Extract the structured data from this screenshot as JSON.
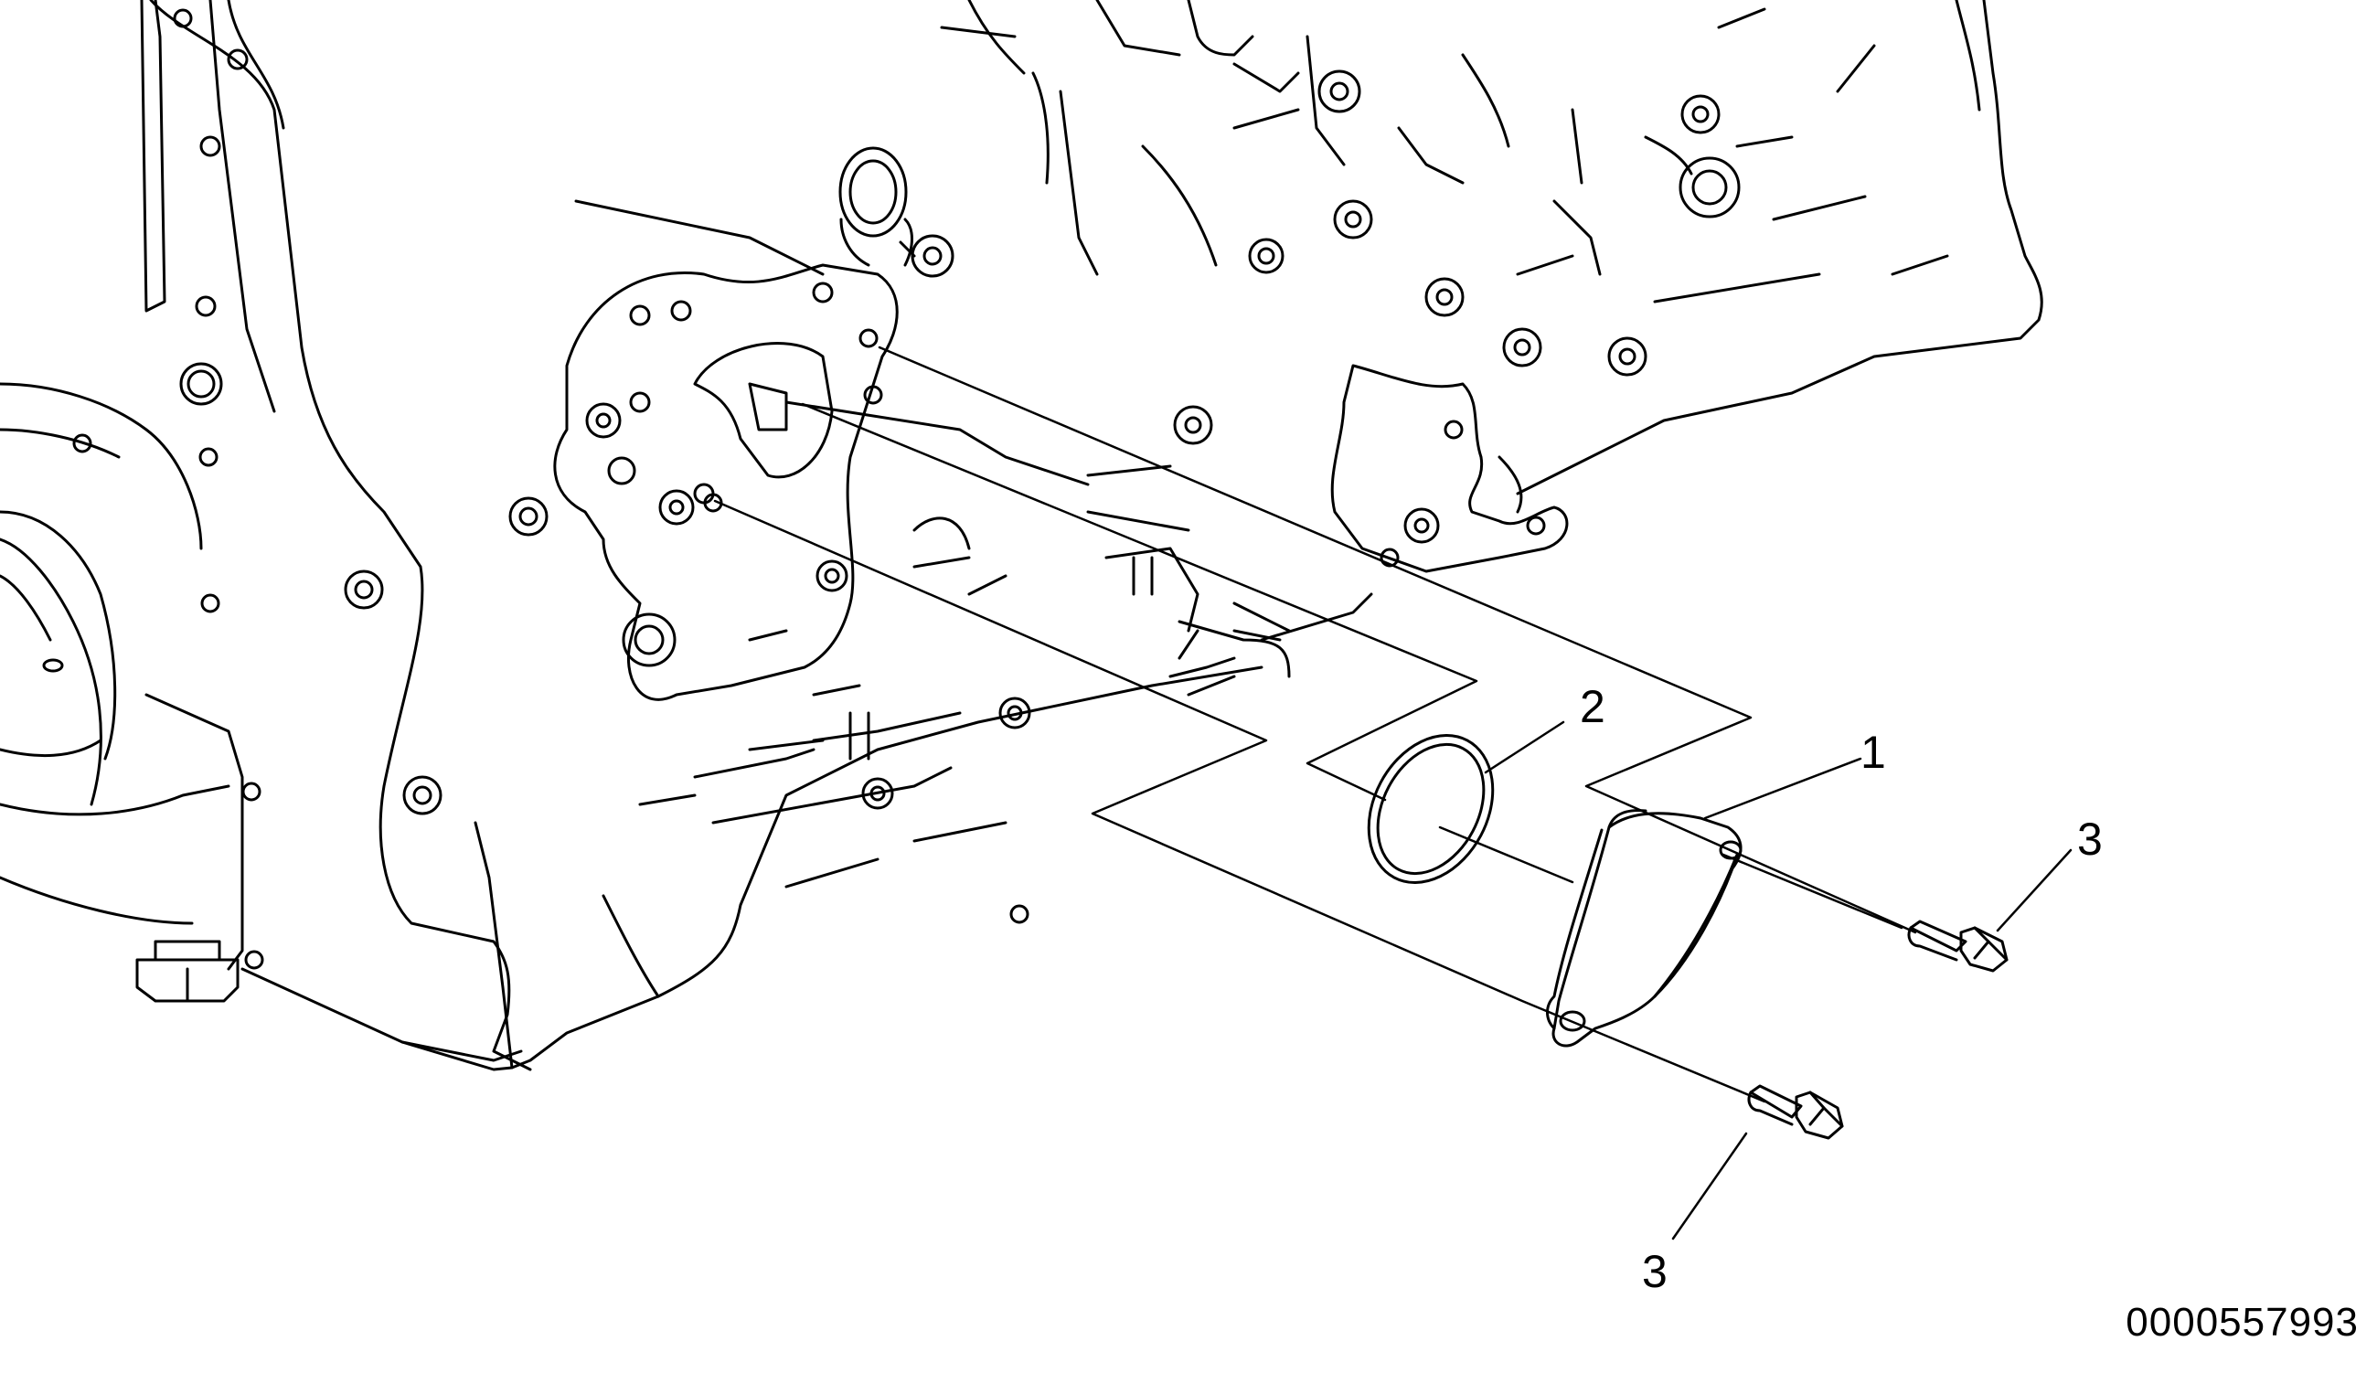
{
  "diagram": {
    "line_color": "#000000",
    "background_color": "#ffffff",
    "callouts": [
      {
        "id": "1",
        "label": "1",
        "part": "cover"
      },
      {
        "id": "2",
        "label": "2",
        "part": "o-ring"
      },
      {
        "id": "3a",
        "label": "3",
        "part": "bolt-upper"
      },
      {
        "id": "3b",
        "label": "3",
        "part": "bolt-lower"
      }
    ]
  },
  "footer": {
    "document_id": "0000557993"
  }
}
